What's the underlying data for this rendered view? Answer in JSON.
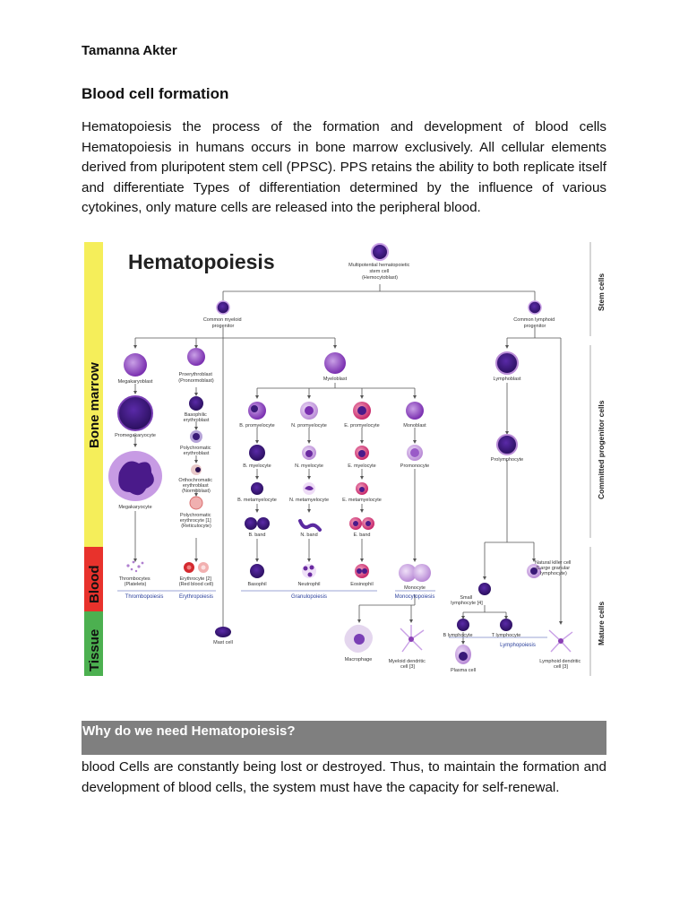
{
  "document": {
    "author": "Tamanna Akter",
    "title": "Blood cell formation",
    "intro": "Hematopoiesis the process of the formation and development of blood cells Hematopoiesis in humans occurs in bone marrow exclusively. All cellular elements derived from pluripotent stem cell (PPSC). PPS retains the ability to both replicate itself and differentiate Types of differentiation determined by the influence of various cytokines, only mature cells are released into the peripheral blood.",
    "section_heading": "Why do we need Hematopoiesis?",
    "section_text": "blood Cells are constantly being lost or destroyed. Thus, to maintain the formation and development of blood cells, the system must have the capacity for self-renewal."
  },
  "diagram": {
    "title": "Hematopoiesis",
    "left_bands": {
      "bone_marrow": "Bone marrow",
      "blood": "Blood",
      "tissue": "Tissue"
    },
    "right_bands": {
      "stem": "Stem cells",
      "committed": "Committed progenitor cells",
      "mature": "Mature cells"
    },
    "colors": {
      "bone_marrow": "#f5ee5a",
      "blood": "#e8322c",
      "tissue": "#4cb050",
      "cell_dark": "#3a1a78",
      "cell_purple": "#8a3fb5",
      "cell_pink": "#d84a82",
      "line": "#555555",
      "process_label": "#2a3f9c"
    },
    "stem_cell": [
      "Multipotential hematopoietic",
      "stem cell",
      "(Hemocytoblast)"
    ],
    "myeloid_progenitor": [
      "Common myeloid",
      "progenitor"
    ],
    "lymphoid_progenitor": [
      "Common lymphoid",
      "progenitor"
    ],
    "labels": {
      "megakaryoblast": "Megakaryoblast",
      "promegakaryocyte": "Promegakaryocyte",
      "megakaryocyte": "Megakaryocyte",
      "proerythroblast": [
        "Proerythroblast",
        "(Pronormoblast)"
      ],
      "basophilic_erythroblast": [
        "Basophilic",
        "erythroblast"
      ],
      "polychromatic_erythroblast": [
        "Polychromatic",
        "erythroblast"
      ],
      "orthochromatic_erythroblast": [
        "Orthochromatic",
        "erythroblast",
        "(Normoblast)"
      ],
      "reticulocyte": [
        "Polychromatic",
        "erythrocyte [1]",
        "(Reticulocyte)"
      ],
      "myeloblast": "Myeloblast",
      "b_promyelocyte": "B. promyelocyte",
      "n_promyelocyte": "N. promyelocyte",
      "e_promyelocyte": "E. promyelocyte",
      "monoblast": "Monoblast",
      "b_myelocyte": "B. myelocyte",
      "n_myelocyte": "N. myelocyte",
      "e_myelocyte": "E. myelocyte",
      "promonocyte": "Promonocyte",
      "b_metamyelocyte": "B. metamyelocyte",
      "n_metamyelocyte": "N. metamyelocyte",
      "e_metamyelocyte": "E. metamyelocyte",
      "b_band": "B. band",
      "n_band": "N. band",
      "e_band": "E. band",
      "lymphoblast": "Lymphoblast",
      "prolymphocyte": "Prolymphocyte",
      "thrombocytes": [
        "Thrombocytes",
        "(Platelets)"
      ],
      "erythrocyte": [
        "Erythrocyte [2]",
        "(Red blood cell)"
      ],
      "basophil": "Basophil",
      "neutrophil": "Neutrophil",
      "eosinophil": "Eosinophil",
      "monocyte": "Monocyte",
      "nk_cell": [
        "Natural killer cell",
        "(Large granular",
        "lymphocyte)"
      ],
      "small_lymphocyte": [
        "Small",
        "lymphocyte [4]"
      ],
      "b_lymphocyte": "B lymphocyte",
      "t_lymphocyte": "T lymphocyte",
      "mast_cell": "Mast cell",
      "macrophage": "Macrophage",
      "myeloid_dendritic": [
        "Myeloid dendritic",
        "cell [3]"
      ],
      "plasma_cell": "Plasma cell",
      "lymphoid_dendritic": [
        "Lymphoid dendritic",
        "cell [3]"
      ]
    },
    "processes": {
      "thrombopoiesis": "Thrombopoiesis",
      "erythropoiesis": "Erythropoiesis",
      "granulopoiesis": "Granulopoiesis",
      "monocytopoiesis": "Monocytopoiesis",
      "lymphopoiesis": "Lymphopoiesis"
    }
  }
}
